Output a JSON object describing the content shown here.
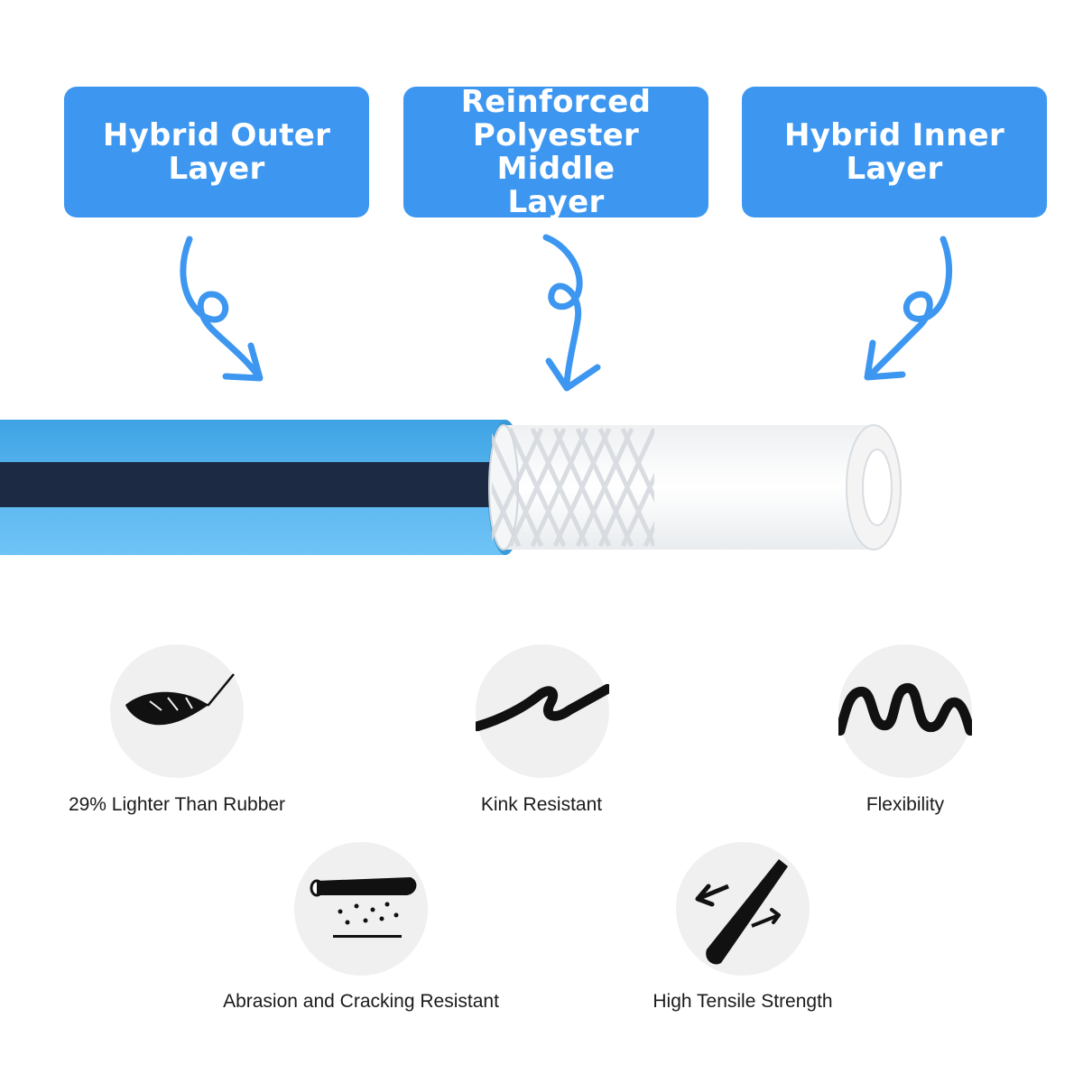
{
  "layers": [
    {
      "label": "Hybrid Outer\nLayer"
    },
    {
      "label": "Reinforced\nPolyester Middle\nLayer"
    },
    {
      "label": "Hybrid Inner\nLayer"
    }
  ],
  "features": [
    {
      "label": "29% Lighter Than Rubber",
      "icon": "feather-icon"
    },
    {
      "label": "Kink Resistant",
      "icon": "kink-hose-icon"
    },
    {
      "label": "Flexibility",
      "icon": "coiled-hose-icon"
    },
    {
      "label": "Abrasion and Cracking Resistant",
      "icon": "abrasion-icon"
    },
    {
      "label": "High Tensile Strength",
      "icon": "tensile-strength-icon"
    }
  ],
  "colors": {
    "accent_blue": "#3d97f0",
    "hose_blue": "#5ab6ef",
    "stripe_navy": "#1c2a44"
  }
}
